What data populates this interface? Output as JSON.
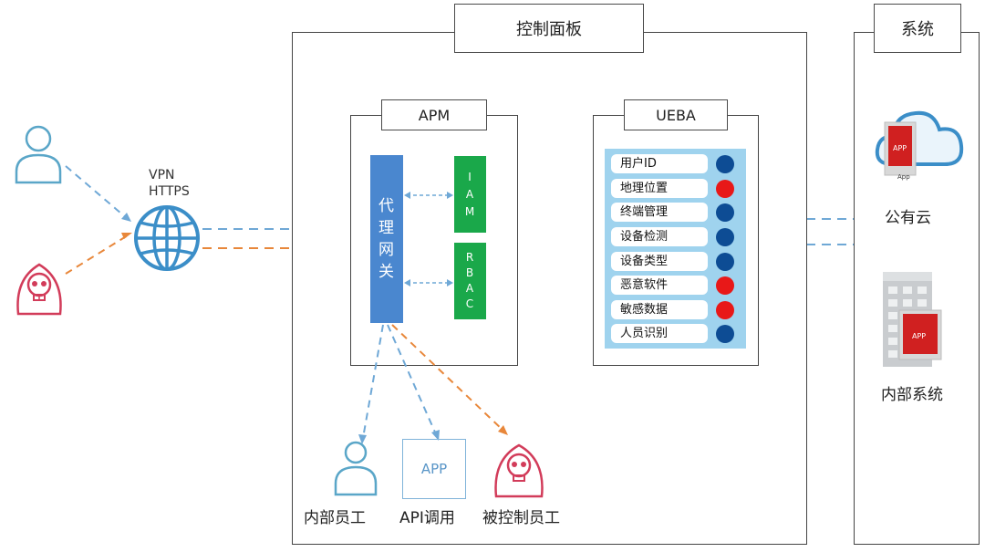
{
  "control_panel": {
    "title": "控制面板"
  },
  "system": {
    "title": "系统",
    "public_cloud": "公有云",
    "internal_system": "内部系统",
    "app_badge": "APP",
    "app_small": "App"
  },
  "protocol": {
    "vpn": "VPN",
    "https": "HTTPS"
  },
  "apm": {
    "title": "APM",
    "gateway_chars": [
      "代",
      "理",
      "网",
      "关"
    ],
    "iam_chars": [
      "I",
      "A",
      "M"
    ],
    "rbac_chars": [
      "R",
      "B",
      "A",
      "C"
    ]
  },
  "ueba": {
    "title": "UEBA",
    "rows": [
      {
        "label": "用户ID",
        "status": "blue"
      },
      {
        "label": "地理位置",
        "status": "red"
      },
      {
        "label": "终端管理",
        "status": "blue"
      },
      {
        "label": "设备检测",
        "status": "blue"
      },
      {
        "label": "设备类型",
        "status": "blue"
      },
      {
        "label": "恶意软件",
        "status": "red"
      },
      {
        "label": "敏感数据",
        "status": "red"
      },
      {
        "label": "人员识别",
        "status": "blue"
      }
    ]
  },
  "bottom": {
    "internal_employee": "内部员工",
    "api_call": "API调用",
    "app_box": "APP",
    "controlled_employee": "被控制员工"
  },
  "colors": {
    "blue_line": "#6fa8d6",
    "orange_line": "#e8873a",
    "gateway": "#4a87cf",
    "green": "#1aa84a",
    "panel_bg": "#9fd3ee",
    "dot_blue": "#0d4c94",
    "dot_red": "#e81818",
    "threat": "#d23c5a"
  }
}
